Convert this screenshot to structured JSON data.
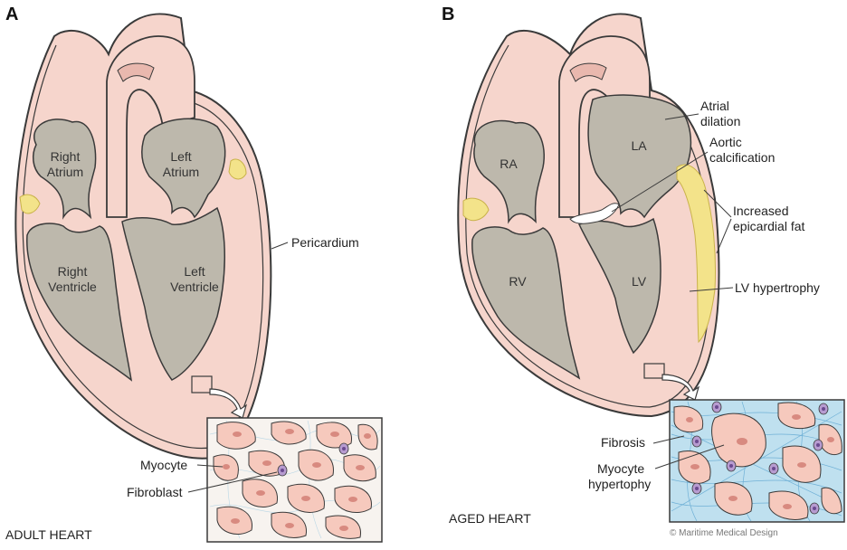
{
  "panels": {
    "a": {
      "letter": "A",
      "caption": "ADULT HEART",
      "chambers": {
        "ra_line1": "Right",
        "ra_line2": "Atrium",
        "la_line1": "Left",
        "la_line2": "Atrium",
        "rv_line1": "Right",
        "rv_line2": "Ventricle",
        "lv_line1": "Left",
        "lv_line2": "Ventricle"
      },
      "labels": {
        "pericardium": "Pericardium",
        "myocyte": "Myocyte",
        "fibroblast": "Fibroblast"
      }
    },
    "b": {
      "letter": "B",
      "caption": "AGED HEART",
      "chambers": {
        "ra": "RA",
        "la": "LA",
        "rv": "RV",
        "lv": "LV"
      },
      "labels": {
        "atrial_1": "Atrial",
        "atrial_2": "dilation",
        "aortic_1": "Aortic",
        "aortic_2": "calcification",
        "fat_1": "Increased",
        "fat_2": "epicardial fat",
        "lvh": "LV hypertrophy",
        "fibrosis": "Fibrosis",
        "myo_1": "Myocyte",
        "myo_2": "hypertophy"
      },
      "copyright": "© Maritime Medical Design"
    }
  },
  "colors": {
    "tissue": "#f6d5cc",
    "chamber": "#bdb8ac",
    "fat": "#f3e38a",
    "outline": "#3a3a3a",
    "fibrosis": "#8fc4df",
    "nucleus": "#d88a80",
    "fibroblast": "#8e6ab0"
  }
}
